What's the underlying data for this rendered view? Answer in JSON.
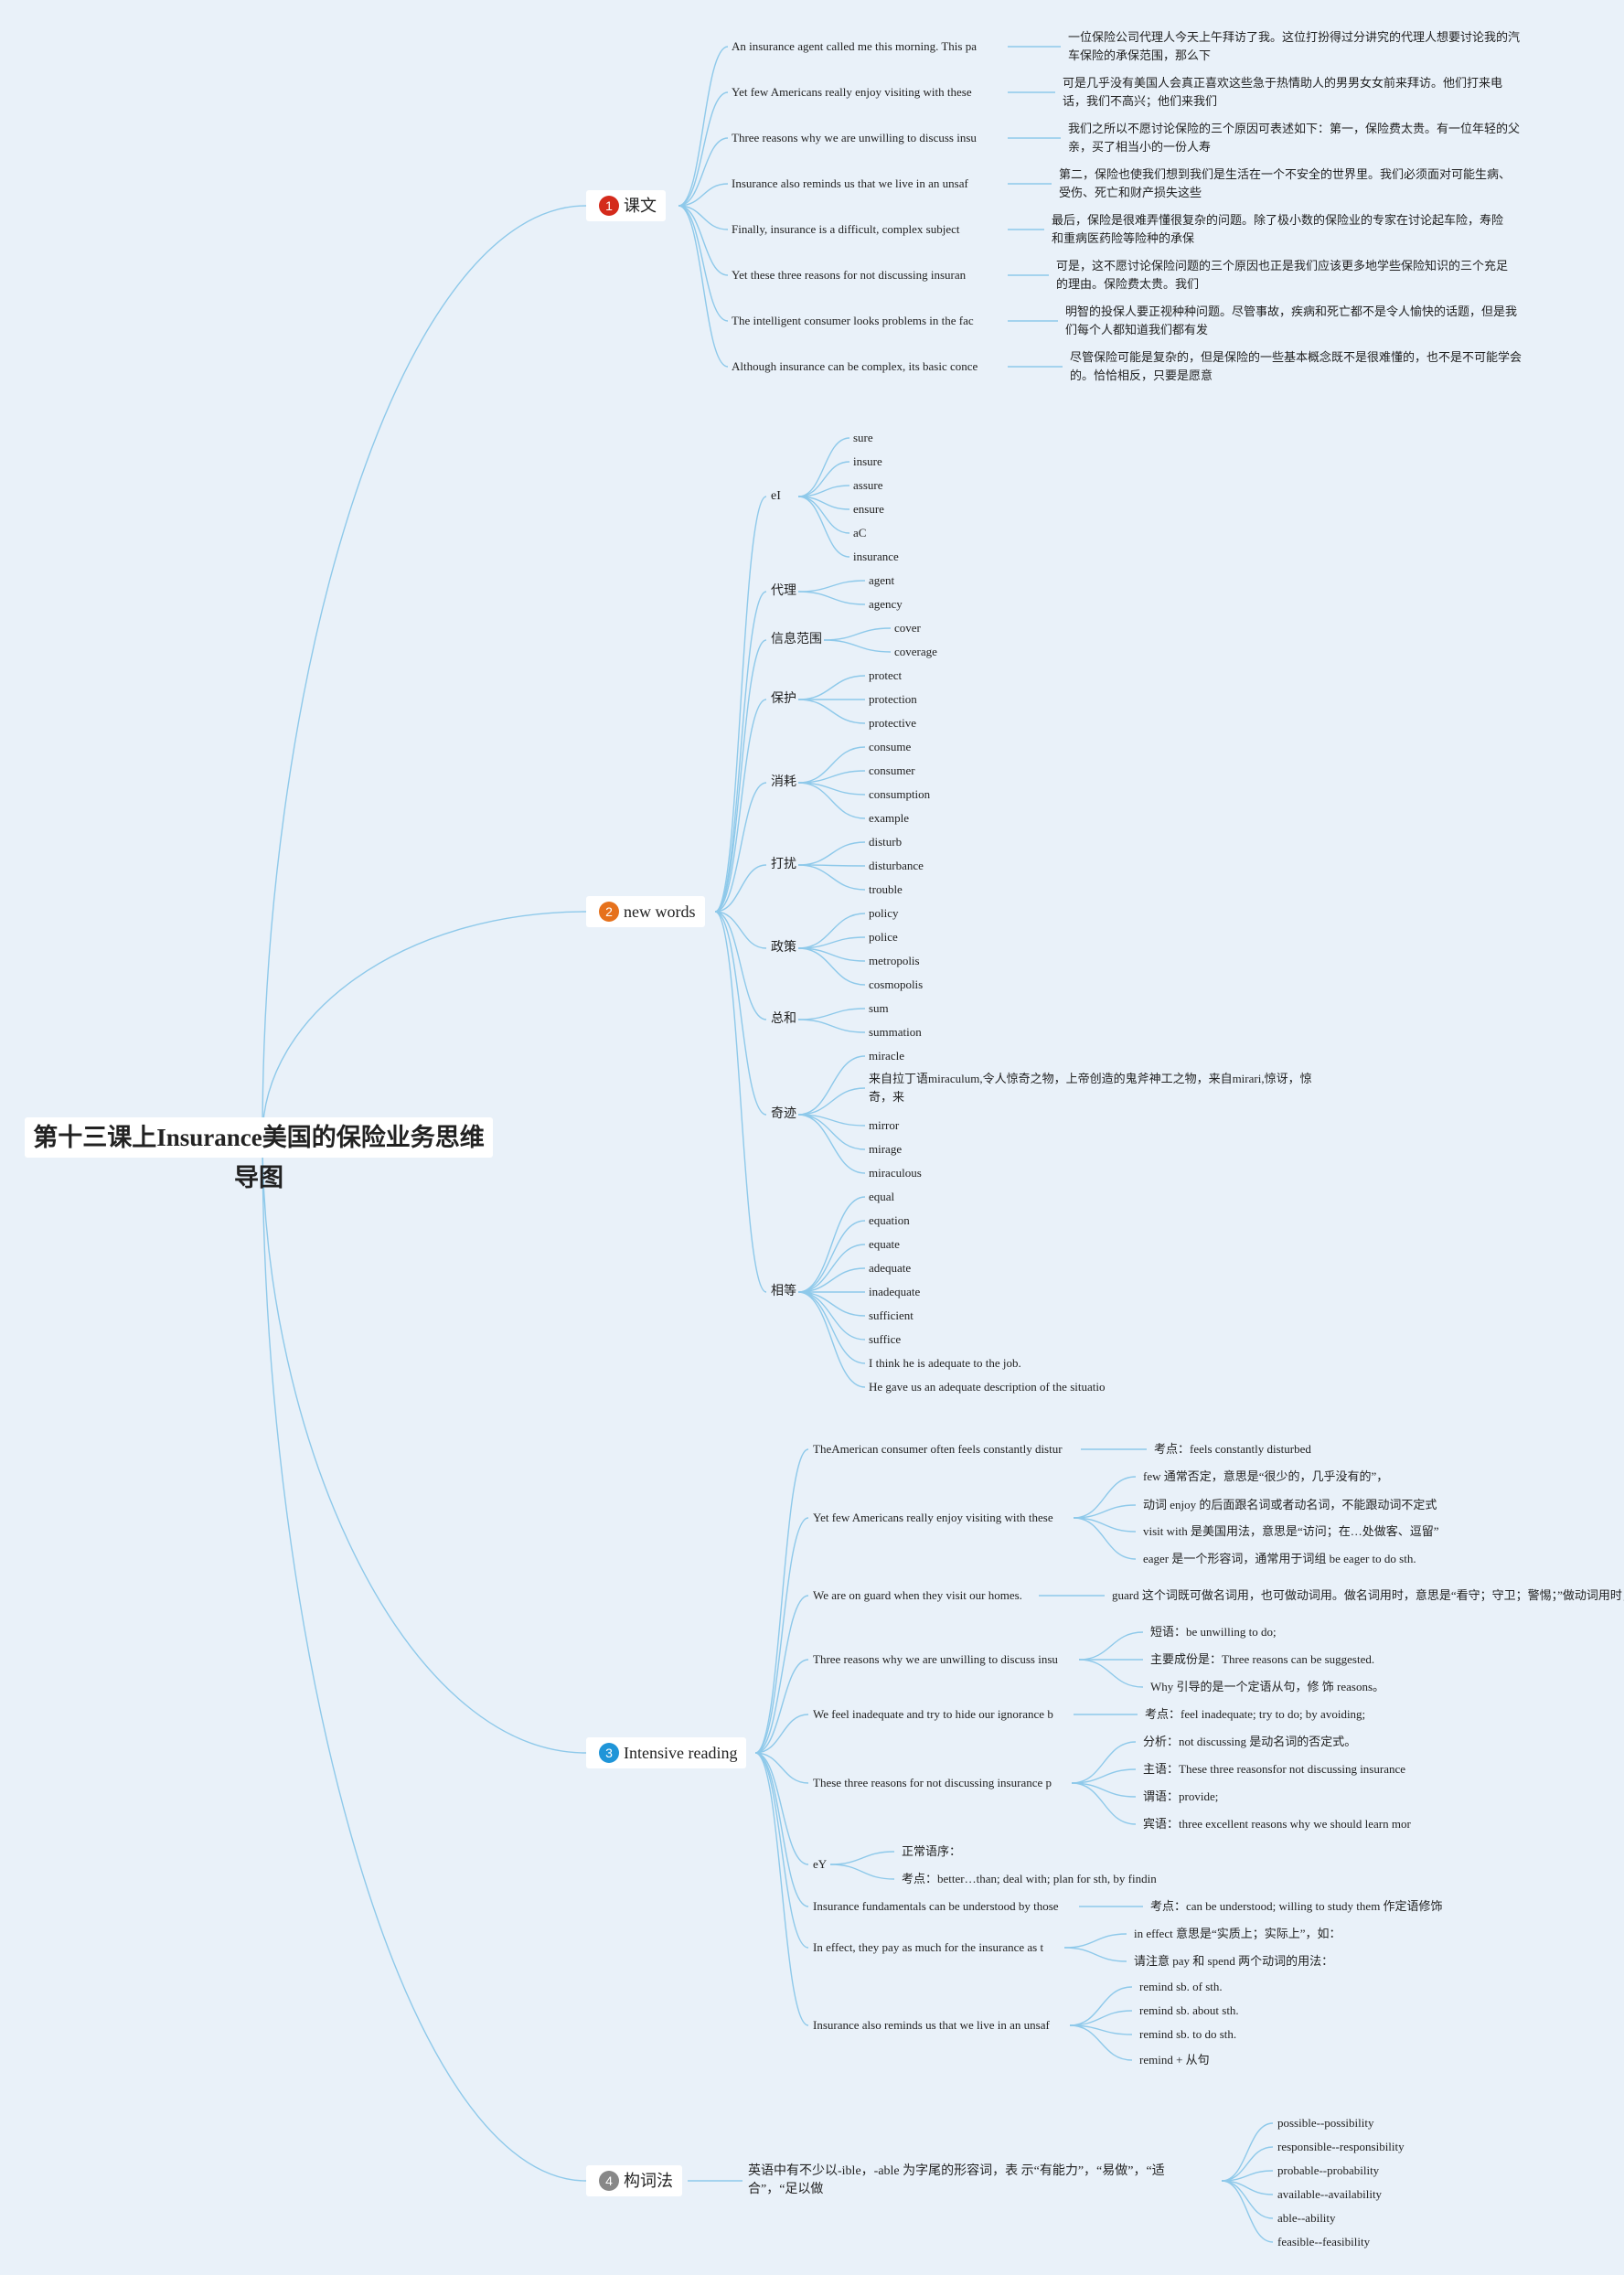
{
  "root": "第十三课上Insurance美国的保险业务思维导图",
  "colors": {
    "background": "#e9f1f9",
    "connector": "#8ec9ea",
    "badge_1": "#d42a1b",
    "badge_2": "#e6711c",
    "badge_3": "#1f95d8",
    "badge_4": "#888888"
  },
  "branches": [
    {
      "badge": "1",
      "label": "课文",
      "children": [
        {
          "text": "An insurance agent called me this morning. This pa",
          "note": "一位保险公司代理人今天上午拜访了我。这位打扮得过分讲究的代理人想要讨论我的汽车保险的承保范围，那么下"
        },
        {
          "text": "Yet few Americans really enjoy visiting with these",
          "note": "可是几乎没有美国人会真正喜欢这些急于热情助人的男男女女前来拜访。他们打来电话，我们不高兴；他们来我们"
        },
        {
          "text": "Three reasons why we are unwilling to discuss insu",
          "note": "我们之所以不愿讨论保险的三个原因可表述如下：第一，保险费太贵。有一位年轻的父亲，买了相当小的一份人寿"
        },
        {
          "text": "Insurance also reminds us that we live in an unsaf",
          "note": "第二，保险也使我们想到我们是生活在一个不安全的世界里。我们必须面对可能生病、受伤、死亡和财产损失这些"
        },
        {
          "text": "Finally, insurance is a difficult, complex subject",
          "note": "最后，保险是很难弄懂很复杂的问题。除了极小数的保险业的专家在讨论起车险，寿险和重病医药险等险种的承保"
        },
        {
          "text": "Yet these three reasons for not discussing insuran",
          "note": "可是，这不愿讨论保险问题的三个原因也正是我们应该更多地学些保险知识的三个充足的理由。保险费太贵。我们"
        },
        {
          "text": "The intelligent consumer looks problems in the fac",
          "note": "明智的投保人要正视种种问题。尽管事故，疾病和死亡都不是令人愉快的话题，但是我们每个人都知道我们都有发"
        },
        {
          "text": "Although insurance can be complex, its basic conce",
          "note": "尽管保险可能是复杂的，但是保险的一些基本概念既不是很难懂的，也不是不可能学会的。恰恰相反，只要是愿意"
        }
      ]
    },
    {
      "badge": "2",
      "label": "new words",
      "groups": [
        {
          "label": "eI",
          "words": [
            "sure",
            "insure",
            "assure",
            "ensure",
            "aC",
            "insurance"
          ]
        },
        {
          "label": "代理",
          "words": [
            "agent",
            "agency"
          ]
        },
        {
          "label": "信息范围",
          "words": [
            "cover",
            "coverage"
          ]
        },
        {
          "label": "保护",
          "words": [
            "protect",
            "protection",
            "protective"
          ]
        },
        {
          "label": "消耗",
          "words": [
            "consume",
            "consumer",
            "consumption",
            "example"
          ]
        },
        {
          "label": "打扰",
          "words": [
            "disturb",
            "disturbance",
            "trouble"
          ]
        },
        {
          "label": "政策",
          "words": [
            "policy",
            "police",
            "metropolis",
            "cosmopolis"
          ]
        },
        {
          "label": "总和",
          "words": [
            "sum",
            "summation"
          ]
        },
        {
          "label": "奇迹",
          "words": [
            "miracle",
            "来自拉丁语miraculum,令人惊奇之物，上帝创造的鬼斧神工之物，来自mirari,惊讶，惊奇，来",
            "mirror",
            "mirage",
            "miraculous"
          ]
        },
        {
          "label": "相等",
          "words": [
            "equal",
            "equation",
            "equate",
            "adequate",
            "inadequate",
            "sufficient",
            "suffice",
            "I think he is adequate to the job.",
            "He gave us an adequate description of the situatio"
          ]
        }
      ]
    },
    {
      "badge": "3",
      "label": "Intensive reading",
      "groups": [
        {
          "label": "TheAmerican consumer often feels constantly distur",
          "notes": [
            "考点：feels constantly disturbed"
          ]
        },
        {
          "label": "Yet few Americans really enjoy visiting with these",
          "notes": [
            "few 通常否定，意思是“很少的，几乎没有的”，",
            "动词 enjoy 的后面跟名词或者动名词，不能跟动词不定式",
            "visit with 是美国用法，意思是“访问；在…处做客、逗留”",
            "eager 是一个形容词，通常用于词组 be eager to do sth."
          ]
        },
        {
          "label": "We are on guard when they visit our homes.",
          "notes": [
            "guard 这个词既可做名词用，也可做动词用。做名词用时，意思是“看守；守卫；警惕；”做动词用时，意"
          ]
        },
        {
          "label": "Three reasons why we are unwilling to discuss insu",
          "notes": [
            "短语：be unwilling to do;",
            "主要成份是：Three reasons can be suggested.",
            "Why 引导的是一个定语从句，修 饰 reasons。"
          ]
        },
        {
          "label": "We feel inadequate and try to hide our ignorance b",
          "notes": [
            "考点：feel inadequate; try to do; by avoiding;"
          ]
        },
        {
          "label": "These three reasons for not discussing insurance p",
          "notes": [
            "分析：not discussing 是动名词的否定式。",
            "主语：These three reasonsfor not discussing insurance",
            "谓语：provide;",
            "宾语：three excellent reasons why we should learn mor"
          ]
        },
        {
          "label": "eY",
          "notes": [
            "正常语序：",
            "考点：better…than; deal with; plan for sth, by findin"
          ]
        },
        {
          "label": "Insurance fundamentals can be understood by those",
          "notes": [
            "考点：can be understood; willing to study them 作定语修饰"
          ]
        },
        {
          "label": "In effect, they pay as much for the insurance as t",
          "notes": [
            "in effect 意思是“实质上；实际上”，如：",
            "请注意 pay 和 spend 两个动词的用法："
          ]
        },
        {
          "label": "Insurance also reminds us that we live in an unsaf",
          "notes": [
            "remind sb. of sth.",
            "remind sb. about sth.",
            "remind sb. to do sth.",
            "remind + 从句"
          ]
        }
      ]
    },
    {
      "badge": "4",
      "label": "构词法",
      "intro": "英语中有不少以-ible，-able 为字尾的形容词，表 示“有能力”，“易做”，“适合”，“足以做",
      "words": [
        "possible--possibility",
        "responsible--responsibility",
        "probable--probability",
        "available--availability",
        "able--ability",
        "feasible--feasibility"
      ]
    }
  ]
}
